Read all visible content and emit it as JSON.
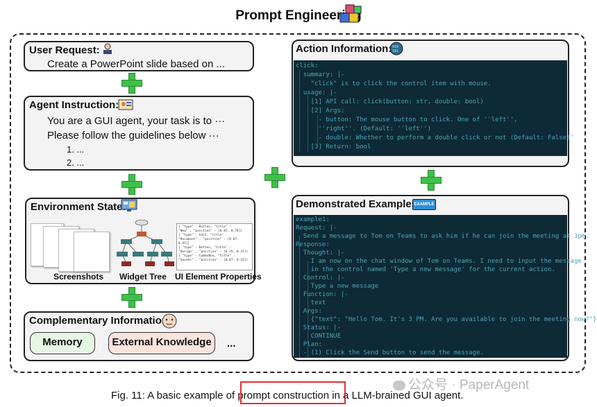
{
  "title": "Prompt Engineering",
  "left": {
    "user_request": {
      "title": "User Request:",
      "text": "Create a PowerPoint slide based on ..."
    },
    "agent_instruction": {
      "title": "Agent Instruction:",
      "lines": [
        "You are a GUI agent, your task is to ···",
        "Please follow the guidelines below ···",
        "1. ...",
        "2. ..."
      ]
    },
    "environment_state": {
      "title": "Environment State:",
      "labels": [
        "Screenshots",
        "Widget Tree",
        "UI Element Properties"
      ],
      "properties": [
        "{ \"type\" : Botton, \"title\" :",
        "\"New\" , \"position\" : [0.45, 0.78]}",
        "{ \"type\" : Edit, \"title\" :",
        "\"Document\" , \"position\" : [0.87, 0.43]}",
        "{ \"type\" : Botton, \"title\" :",
        "\"Design\" , \"position\" : [0.25, 0.21]}",
        "{ \"type\" : ComboBox, \"title\" :",
        "\"SaveAs\" , \"position\" : [0.67, 0.32]}"
      ]
    },
    "complementary": {
      "title": "Complementary Information:",
      "memory": "Memory",
      "external": "External Knowledge",
      "more": "..."
    }
  },
  "right": {
    "action_info": {
      "title": "Action Information:",
      "code": [
        "click:",
        "  summary: |-",
        "    \"click\" is to click the control item with mouse.",
        "  usage: |-",
        "    [1] API call: click(button: str, double: bool)",
        "    [2] Args:",
        "      - button: The mouse button to click. One of ''left'',",
        "      ''right''. (Default: ''left'')",
        "      - double: Whether to perform a double click or not (Default: False)'",
        "    [3] Return: bool"
      ]
    },
    "demonstrated": {
      "title": "Demonstrated Examples:",
      "badge": "EXAMPLE",
      "code": [
        "example1:",
        "Request: |-",
        "  Send a message to Tom on Teams to ask him if he can join the meeting at 3pm.",
        "Response:",
        "  Thought: |-",
        "    I am now on the chat window of Tom on Teams. I need to input the message",
        "    in the control named 'Type a new message' for the current action.",
        "  Control: |-",
        "    Type a new message",
        "  Function: |-",
        "    text",
        "  Args:",
        "    {\"text\": \"Hello Tom. It's 3 PM. Are you available to join the meeting now?\"}",
        "  Status: |-",
        "    CONTINUE",
        "  Plan:",
        "  - (1) Click the Send button to send the message."
      ]
    }
  },
  "caption": "Fig. 11: A basic example of prompt construction in a LLM-brained GUI agent.",
  "watermark": "公众号 · PaperAgent",
  "colors": {
    "plus": "#3ec04a",
    "code_bg": "#0d2a36",
    "memory": "#e6f5e4",
    "external": "#fbe4dc",
    "highlight": "#e03030"
  }
}
